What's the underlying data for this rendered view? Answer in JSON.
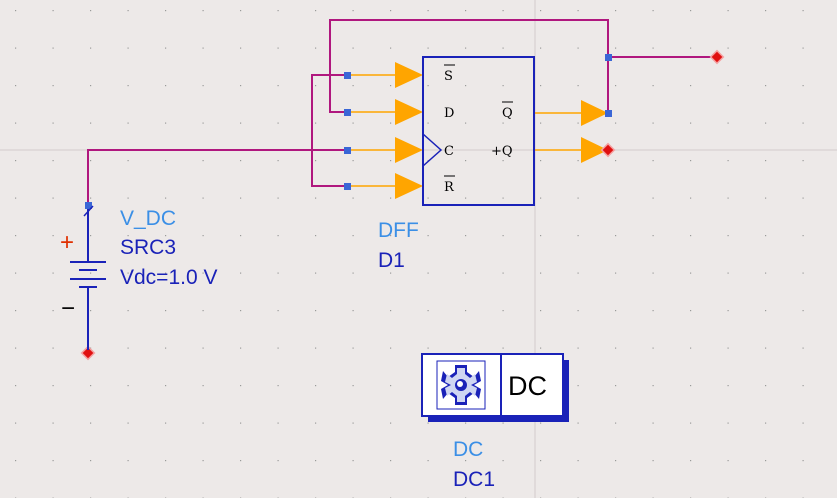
{
  "colors": {
    "background": "#ede9e8",
    "grid_dot": "#9a9a9a",
    "crosshair": "#cfc8c8",
    "wire": "#b0177e",
    "component": "#1a22b8",
    "buffer_fill": "#ffa500",
    "pin_dot": "#3a66d6",
    "port_marker": "#e01010",
    "label_type": "#3b8fe6",
    "label_name": "#1a22b8",
    "plus_sign": "#e03000"
  },
  "dff": {
    "type_label": "DFF",
    "instance_label": "D1",
    "pins": {
      "set": "S",
      "data": "D",
      "clock": "C",
      "reset": "R",
      "qbar": "Q",
      "q": "+Q"
    }
  },
  "vdc": {
    "type_label": "V_DC",
    "instance_label": "SRC3",
    "param": "Vdc=1.0 V",
    "plus": "+",
    "minus": "−"
  },
  "sim": {
    "block_label": "DC",
    "type_label": "DC",
    "instance_label": "DC1",
    "icon": "gear-icon"
  }
}
